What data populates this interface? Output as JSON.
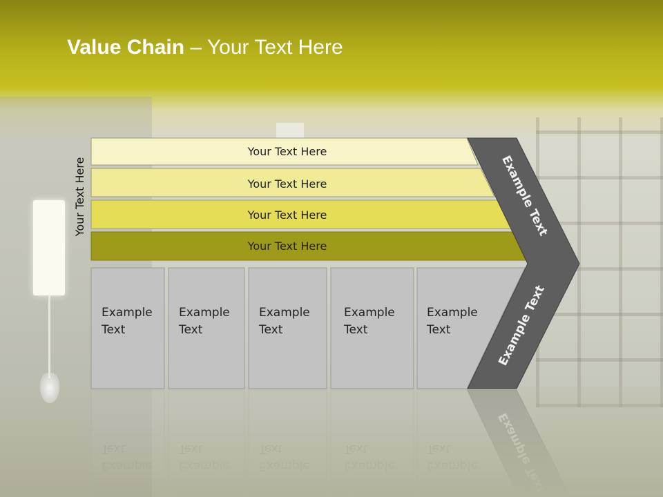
{
  "slide": {
    "title_bold": "Value Chain",
    "title_rest": " – Your Text Here",
    "vertical_label": "Your Text Here"
  },
  "bars": [
    {
      "label": "Your Text Here",
      "color": "#f7f5c8"
    },
    {
      "label": "Your Text Here",
      "color": "#efeb97"
    },
    {
      "label": "Your Text Here",
      "color": "#e4dd55"
    },
    {
      "label": "Your Text Here",
      "color": "#a09a1a"
    }
  ],
  "cells": [
    {
      "line1": "Example",
      "line2": "Text"
    },
    {
      "line1": "Example",
      "line2": "Text"
    },
    {
      "line1": "Example",
      "line2": "Text"
    },
    {
      "line1": "Example",
      "line2": "Text"
    },
    {
      "line1": "Example",
      "line2": "Text"
    }
  ],
  "arrow": {
    "upper_label": "Example Text",
    "lower_label": "Example Text",
    "color": "#5e5e5e"
  },
  "colors": {
    "cell_fill": "#c2c2c2",
    "cell_stroke": "#9a9a9a",
    "title": "#ffffff"
  }
}
